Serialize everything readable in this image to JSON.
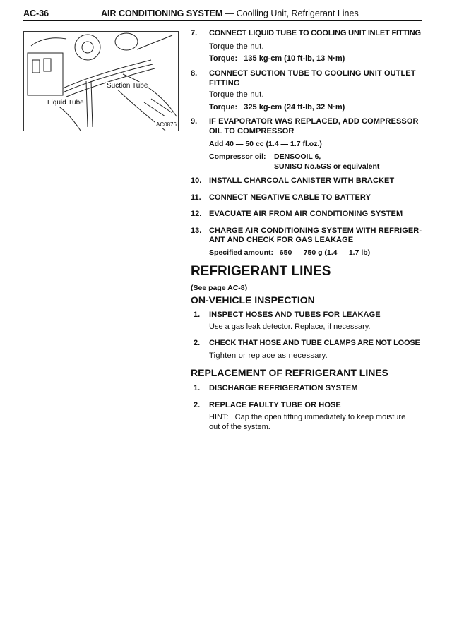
{
  "header": {
    "page_number": "AC-36",
    "section": "AIR CONDITIONING SYSTEM",
    "subtitle": "— Coolling Unit, Refrigerant Lines"
  },
  "figure": {
    "suction_label": "Suction Tube",
    "liquid_label": "Liquid Tube",
    "code": "AC0876"
  },
  "steps": [
    {
      "num": "7.",
      "title": "CONNECT LIQUID TUBE TO COOLING UNIT INLET FITTING",
      "text": "Torque the nut.",
      "spec_label": "Torque:",
      "spec_value": "135 kg-cm (10 ft-lb, 13 N·m)"
    },
    {
      "num": "8.",
      "title1": "CONNECT SUCTION TUBE TO COOLING UNIT OUTLET",
      "title2": "FITTING",
      "text": "Torque the nut.",
      "spec_label": "Torque:",
      "spec_value": "325 kg-cm (24 ft-lb, 32 N·m)"
    },
    {
      "num": "9.",
      "title1": "IF EVAPORATOR WAS REPLACED, ADD COMPRESSOR",
      "title2": "OIL TO COMPRESSOR",
      "text": "Add 40 — 50 cc (1.4 — 1.7 fl.oz.)",
      "oil_label": "Compressor oil:",
      "oil1": "DENSOOIL 6,",
      "oil2": "SUNISO No.5GS or equivalent"
    },
    {
      "num": "10.",
      "title": "INSTALL CHARCOAL CANISTER WITH BRACKET"
    },
    {
      "num": "11.",
      "title": "CONNECT NEGATIVE CABLE TO BATTERY"
    },
    {
      "num": "12.",
      "title": "EVACUATE AIR FROM AIR CONDITIONING SYSTEM"
    },
    {
      "num": "13.",
      "title1": "CHARGE AIR CONDITIONING SYSTEM WITH REFRIGER-",
      "title2": "ANT AND CHECK FOR GAS LEAKAGE",
      "spec_label": "Specified amount:",
      "spec_value": "650 — 750 g (1.4 — 1.7 lb)"
    }
  ],
  "refrigerant": {
    "title": "REFRIGERANT LINES",
    "see_page": "(See page AC-8)",
    "inspection_title": "ON-VEHICLE INSPECTION",
    "inspection_steps": [
      {
        "num": "1.",
        "title": "INSPECT HOSES AND TUBES FOR LEAKAGE",
        "text": "Use a gas leak detector. Replace, if necessary."
      },
      {
        "num": "2.",
        "title": "CHECK THAT HOSE AND TUBE CLAMPS ARE NOT LOOSE",
        "text": "Tighten or replace as necessary."
      }
    ],
    "replacement_title": "REPLACEMENT OF REFRIGERANT LINES",
    "replacement_steps": [
      {
        "num": "1.",
        "title": "DISCHARGE REFRIGERATION SYSTEM"
      },
      {
        "num": "2.",
        "title": "REPLACE FAULTY TUBE OR HOSE",
        "text1": "HINT:   Cap the open fitting immediately to keep moisture",
        "text2": "out of the system."
      }
    ]
  }
}
